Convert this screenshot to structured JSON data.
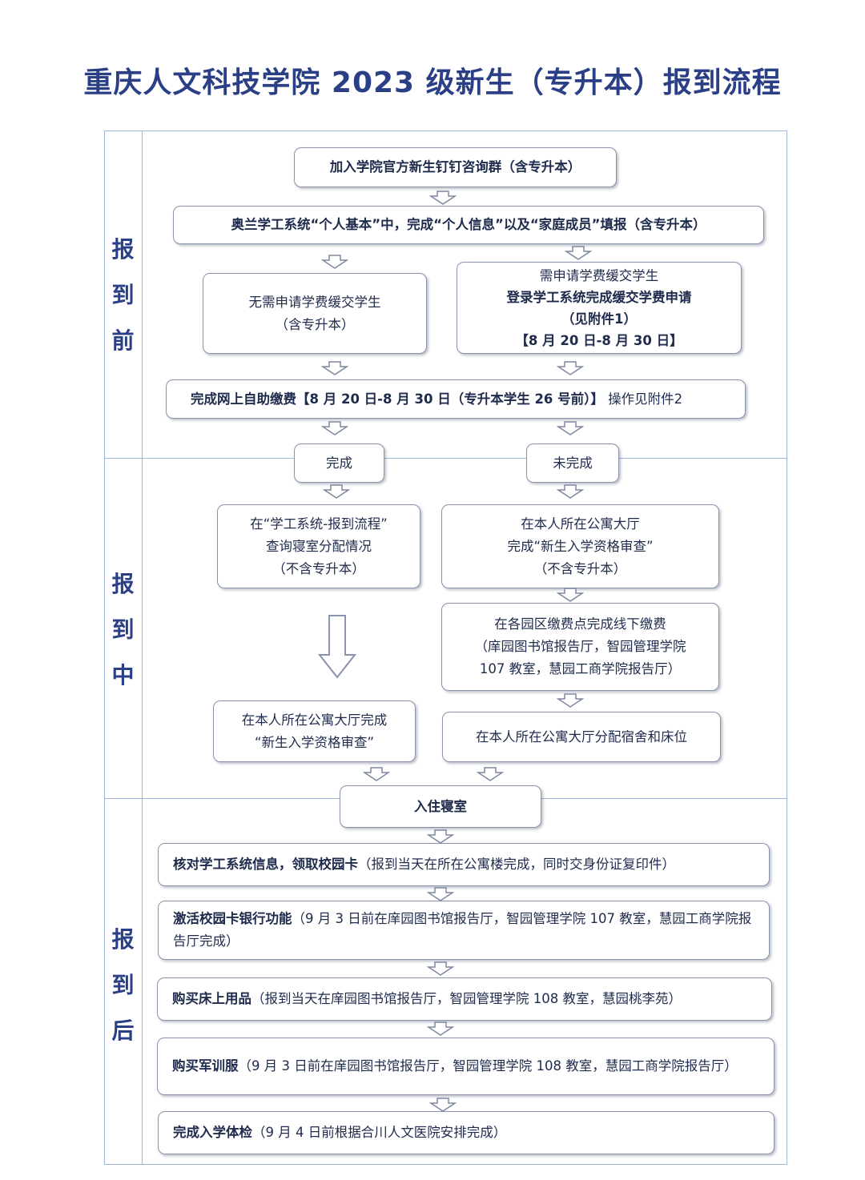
{
  "title": "重庆人文科技学院 2023 级新生（专升本）报到流程",
  "stages": {
    "before": [
      "报",
      "到",
      "前"
    ],
    "during": [
      "报",
      "到",
      "中"
    ],
    "after": [
      "报",
      "到",
      "后"
    ]
  },
  "before": {
    "join_group": "加入学院官方新生钉钉咨询群（含专升本）",
    "fill_info": "奥兰学工系统“个人基本”中，完成“个人信息”以及“家庭成员”填报（含专升本）",
    "no_defer": {
      "line1": "无需申请学费缓交学生",
      "line2": "（含专升本）"
    },
    "defer": {
      "line1": "需申请学费缓交学生",
      "line2": "登录学工系统完成缓交学费申请",
      "line3": "（见附件1）",
      "line4": "【8 月 20 日-8 月 30 日】"
    },
    "online_pay": {
      "bold": "完成网上自助缴费【8 月 20 日-8 月 30 日（专升本学生 26 号前）】",
      "normal": " 操作见附件2"
    }
  },
  "during": {
    "done": "完成",
    "not_done": "未完成",
    "query_dorm": {
      "line1": "在“学工系统-报到流程”",
      "line2": "查询寝室分配情况",
      "line3": "（不含专升本）"
    },
    "qualify_right": {
      "line1": "在本人所在公寓大厅",
      "line2": "完成“新生入学资格审查”",
      "line3": "（不含专升本）"
    },
    "offline_pay": {
      "line1": "在各园区缴费点完成线下缴费",
      "line2": "（庠园图书馆报告厅，智园管理学院",
      "line3": "107 教室，慧园工商学院报告厅）"
    },
    "qualify_left": {
      "line1": "在本人所在公寓大厅完成",
      "line2": "“新生入学资格审查”"
    },
    "assign_bed": "在本人所在公寓大厅分配宿舍和床位",
    "move_in": "入住寝室"
  },
  "after": {
    "campus_card": {
      "bold": "核对学工系统信息，领取校园卡",
      "normal": "（报到当天在所在公寓楼完成，同时交身份证复印件）"
    },
    "bank": {
      "bold": "激活校园卡银行功能",
      "normal": "（9 月 3 日前在庠园图书馆报告厅，智园管理学院 107 教室，慧园工商学院报告厅完成）"
    },
    "bedding": {
      "bold": "购买床上用品",
      "normal": "（报到当天在庠园图书馆报告厅，智园管理学院 108 教室，慧园桃李苑）"
    },
    "uniform": {
      "bold": "购买军训服",
      "normal": "（9 月 3 日前在庠园图书馆报告厅，智园管理学院 108 教室，慧园工商学院报告厅）"
    },
    "health": {
      "bold": "完成入学体检",
      "normal": "（9 月 4 日前根据合川人文医院安排完成）"
    }
  },
  "colors": {
    "title": "#2b3f86",
    "frame": "#9db7d8",
    "box_border": "#8a93ad",
    "text": "#1f2b4d"
  }
}
